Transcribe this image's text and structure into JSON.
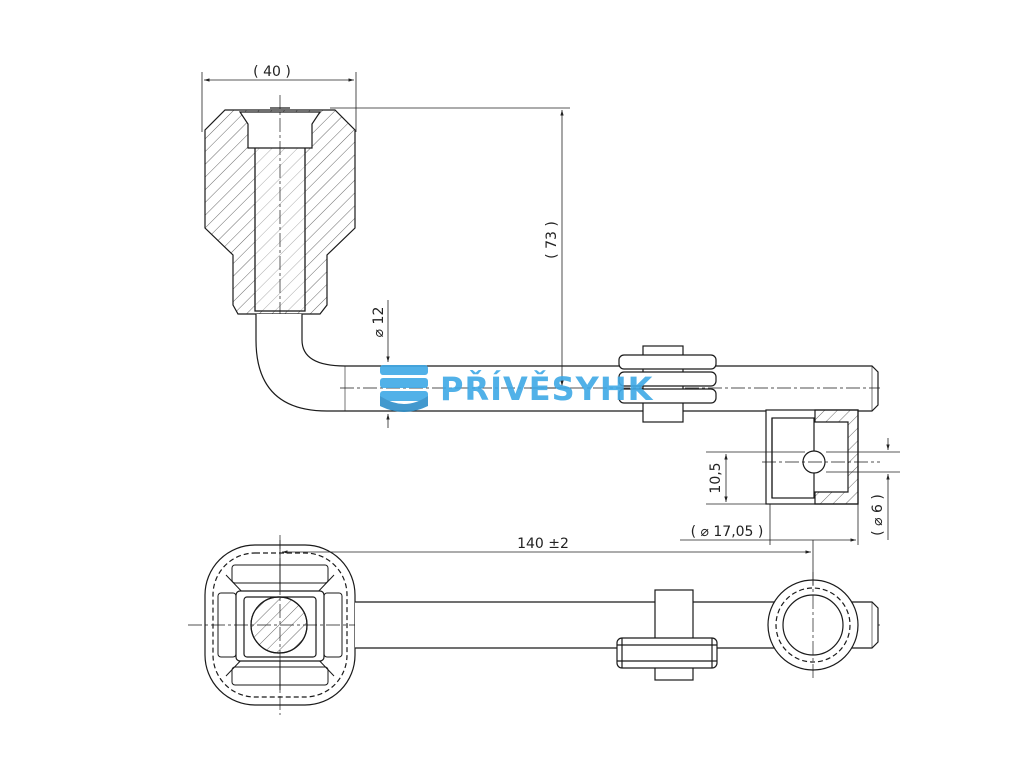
{
  "dimensions": {
    "width_handle": "( 40 )",
    "height_total": "( 73 )",
    "diameter_rod": "⌀ 12",
    "height_pin": "10,5",
    "diameter_clamp": "( ⌀ 17,05 )",
    "diameter_hole": "( ⌀ 6 )",
    "length_total": "140 ±2"
  },
  "watermark": {
    "brand": "PŘÍVĚSYHK"
  },
  "colors": {
    "line": "#1a1a1a",
    "watermark": "#3fa9e6"
  }
}
